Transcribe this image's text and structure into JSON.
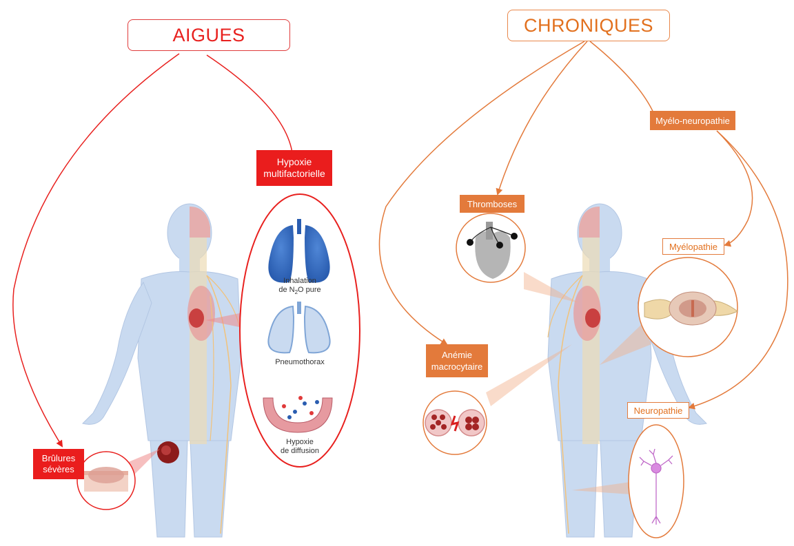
{
  "acute": {
    "title": "AIGUES",
    "hypoxia_box": [
      "Hypoxie",
      "multifactorielle"
    ],
    "burns_box": [
      "Brûlures",
      "sévères"
    ],
    "captions": {
      "inhalation_1": "Inhalation",
      "inhalation_2": "de N",
      "inhalation_sub": "2",
      "inhalation_3": "O pure",
      "pneumothorax": "Pneumothorax",
      "diffusion_1": "Hypoxie",
      "diffusion_2": "de diffusion"
    }
  },
  "chronic": {
    "title": "CHRONIQUES",
    "myeloneuro": "Myélo-neuropathie",
    "thromboses": "Thromboses",
    "myelopathy": "Myélopathie",
    "anemia_box": [
      "Anémie",
      "macrocytaire"
    ],
    "neuropathy": "Neuropathie"
  },
  "colors": {
    "acute": "#e8201e",
    "chronic": "#e37a3b",
    "body": "#c9daf0",
    "nerves": "#f2c27a"
  }
}
